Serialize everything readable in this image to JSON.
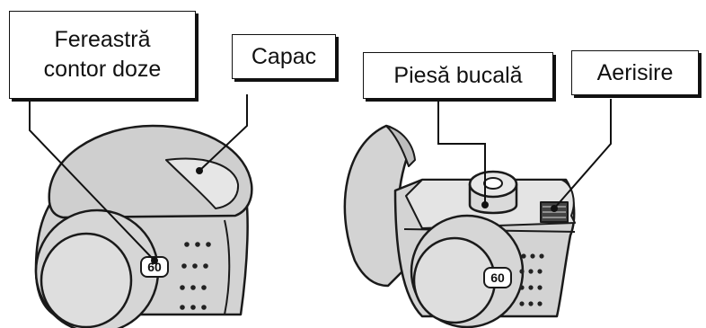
{
  "labels": {
    "dose_counter_window": [
      "Fereastră",
      "contor doze"
    ],
    "cap": "Capac",
    "mouthpiece": "Piesă bucală",
    "vent": "Aerisire"
  },
  "counter_value_left": "60",
  "counter_value_right": "60",
  "colors": {
    "body": "#d3d3d3",
    "body_shade": "#b5b5b5",
    "outline": "#1a1a1a",
    "label_border": "#111111"
  }
}
